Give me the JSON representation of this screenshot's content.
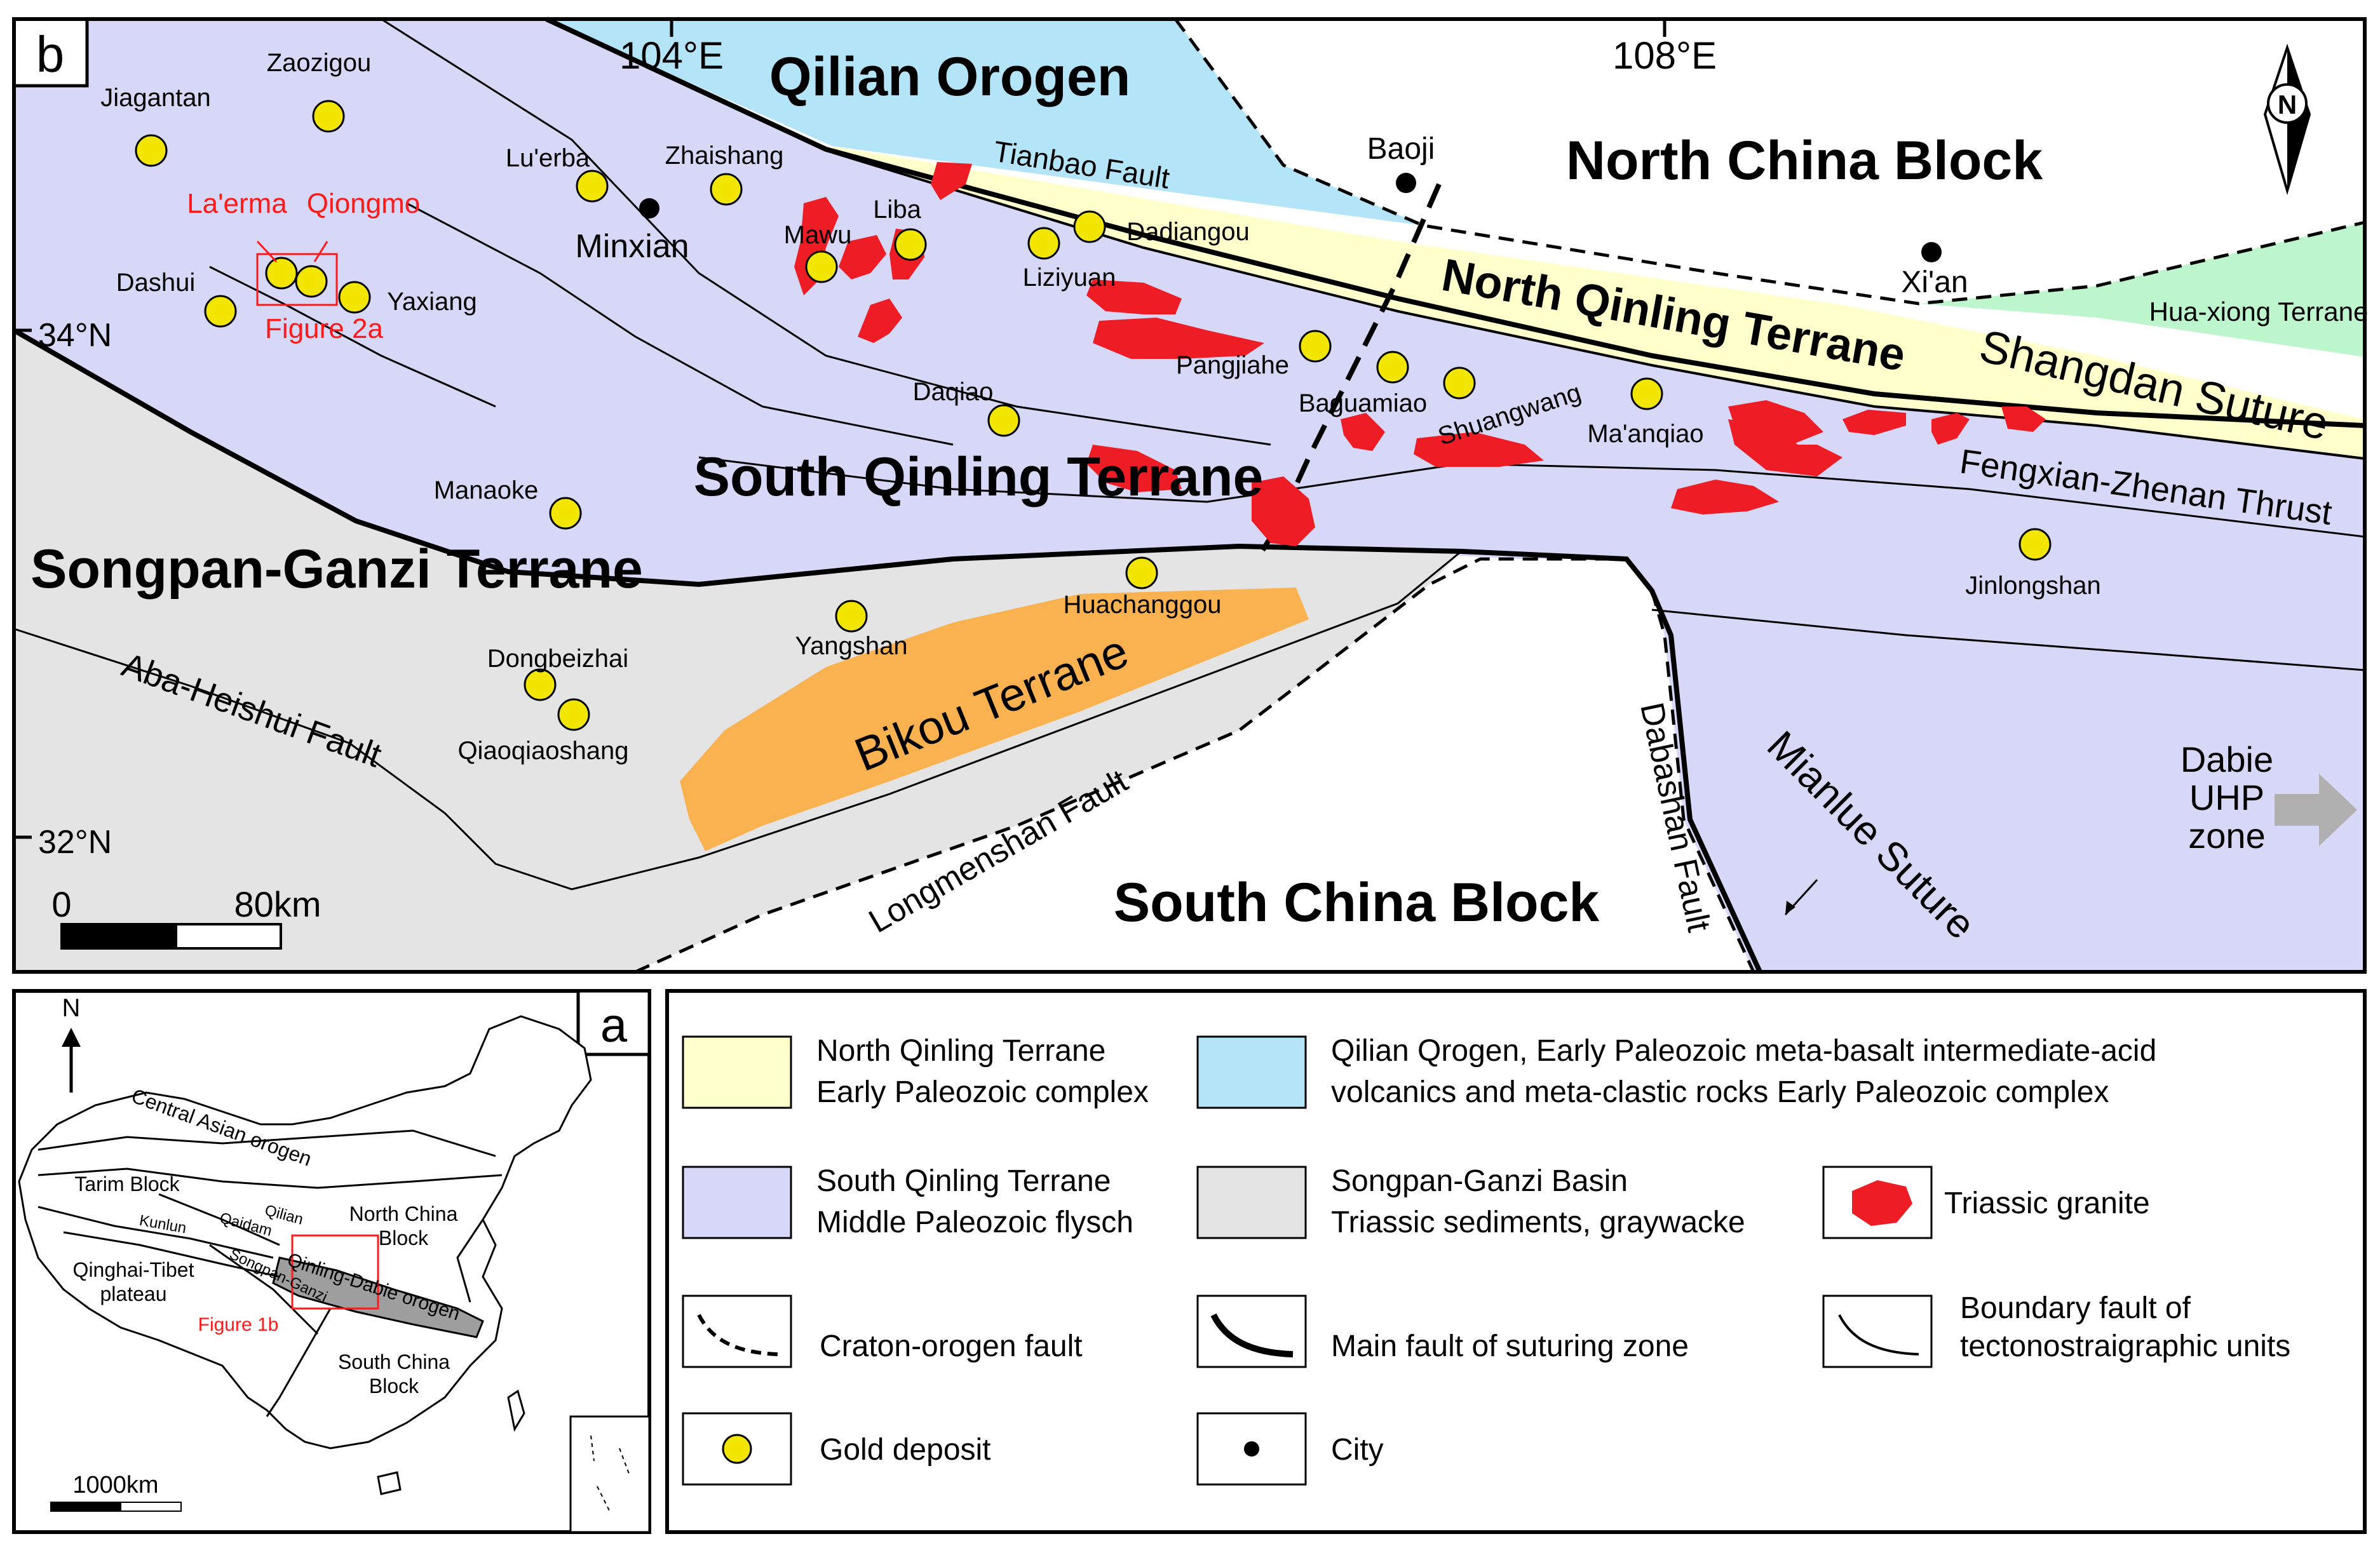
{
  "panel_b": {
    "label": "b",
    "lon_labels": [
      "104°E",
      "108°E"
    ],
    "lat_labels": [
      "34°N",
      "32°N"
    ],
    "north_arrow": "N",
    "scale": {
      "start": "0",
      "end": "80km"
    },
    "regions": {
      "qilian": "Qilian Orogen",
      "north_china": "North China Block",
      "north_qinling": "North Qinling Terrane",
      "south_qinling": "South Qinling Terrane",
      "songpan": "Songpan-Ganzi Terrane",
      "bikou": "Bikou Terrane",
      "south_china": "South China Block",
      "huaxiong": "Hua-xiong Terrane"
    },
    "faults": {
      "tianbao": "Tianbao Fault",
      "shangdan": "Shangdan Suture",
      "fengxian": "Fengxian-Zhenan Thrust",
      "aba": "Aba-Heishui Fault",
      "longmenshan": "Longmenshan Fault",
      "dabashan": "Dabashan Fault",
      "mianlue": "Mianlue Suture"
    },
    "dabie": [
      "Dabie",
      "UHP",
      "zone"
    ],
    "cities": [
      "Minxian",
      "Baoji",
      "Xi'an"
    ],
    "deposits": [
      "Zaozigou",
      "Jiagantan",
      "Lu'erba",
      "Zhaishang",
      "Dashui",
      "Yaxiang",
      "Mawu",
      "Liba",
      "Dadiangou",
      "Liziyuan",
      "Pangjiahe",
      "Baguamiao",
      "Shuangwang",
      "Ma'anqiao",
      "Daqiao",
      "Manaoke",
      "Jinlongshan",
      "Huachanggou",
      "Yangshan",
      "Dongbeizhai",
      "Qiaoqiaoshang"
    ],
    "highlight": {
      "laerma": "La'erma",
      "qiongmo": "Qiongmo",
      "figure": "Figure 2a"
    }
  },
  "panel_a": {
    "label": "a",
    "north": "N",
    "scale": "1000km",
    "labels": {
      "central_asian": "Central Asian orogen",
      "tarim": "Tarim Block",
      "kunlun": "Kunlun",
      "qaidam": "Qaidam",
      "qilian": "Qilian",
      "north_china_1": "North China",
      "north_china_2": "Block",
      "qinghai_1": "Qinghai-Tibet",
      "qinghai_2": "plateau",
      "songpan": "Songpan-Ganzi",
      "qinling": "Qinling-Dabie orogen",
      "figure": "Figure 1b",
      "south_china_1": "South China",
      "south_china_2": "Block"
    }
  },
  "legend": {
    "north_qinling": [
      "North Qinling Terrane",
      "Early Paleozoic complex"
    ],
    "qilian": [
      "Qilian Qrogen, Early Paleozoic meta-basalt intermediate-acid",
      "volcanics and meta-clastic rocks Early Paleozoic complex"
    ],
    "south_qinling": [
      "South Qinling Terrane",
      "Middle Paleozoic flysch"
    ],
    "songpan": [
      "Songpan-Ganzi Basin",
      "Triassic sediments, graywacke"
    ],
    "granite": "Triassic granite",
    "craton_fault": "Craton-orogen fault",
    "main_fault": "Main fault of suturing zone",
    "boundary_fault": [
      "Boundary fault of",
      "tectonostraigraphic units"
    ],
    "gold": "Gold deposit",
    "city": "City"
  },
  "colors": {
    "qilian_blue": "#b4e4f7",
    "north_qinling_yellow": "#ffffcc",
    "south_qinling_lavender": "#d7d7f7",
    "songpan_gray": "#e4e4e4",
    "bikou_orange": "#f9b24f",
    "huaxiong_green": "#bdf5cc",
    "granite_red": "#ee1c24",
    "gold_yellow": "#f2e600",
    "highlight_red": "#ff1a1a"
  }
}
